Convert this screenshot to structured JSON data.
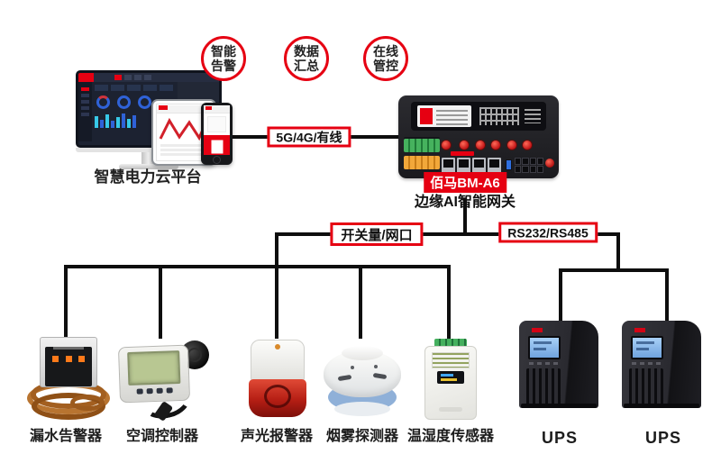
{
  "badges": [
    {
      "line1": "智能",
      "line2": "告警"
    },
    {
      "line1": "数据",
      "line2": "汇总"
    },
    {
      "line1": "在线",
      "line2": "管控"
    }
  ],
  "cloud_platform": {
    "label": "智慧电力云平台"
  },
  "gateway": {
    "model": "佰马BM-A6",
    "name": "边缘AI智能网关"
  },
  "links": {
    "wan": "5G/4G/有线",
    "io": "开关量/网口",
    "serial": "RS232/RS485"
  },
  "devices": [
    {
      "label": "漏水告警器"
    },
    {
      "label": "空调控制器"
    },
    {
      "label": "声光报警器"
    },
    {
      "label": "烟雾探测器"
    },
    {
      "label": "温湿度传感器"
    },
    {
      "label": "UPS"
    },
    {
      "label": "UPS"
    }
  ],
  "colors": {
    "accent_red": "#e60012",
    "line_black": "#0e0e0e"
  }
}
